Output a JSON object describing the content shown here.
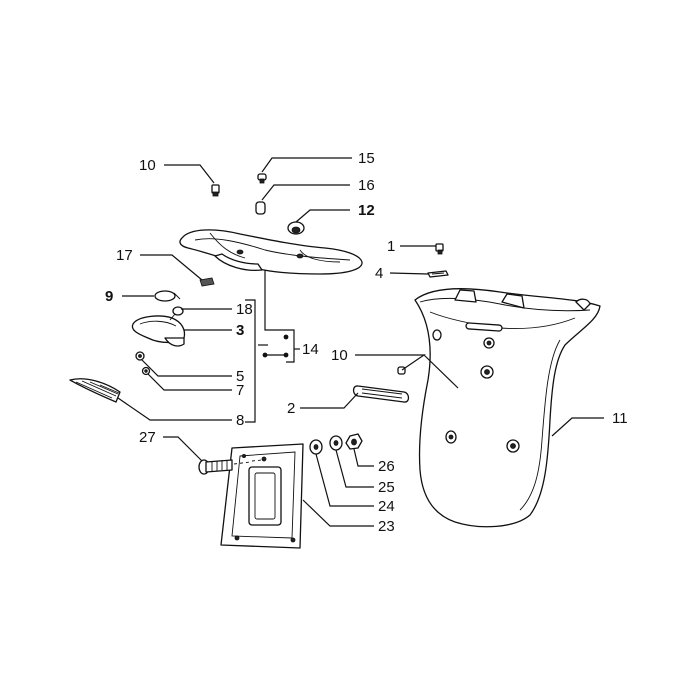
{
  "callouts": [
    {
      "id": "c10a",
      "text": "10",
      "bold": false
    },
    {
      "id": "c15",
      "text": "15",
      "bold": false
    },
    {
      "id": "c16",
      "text": "16",
      "bold": false
    },
    {
      "id": "c12",
      "text": "12",
      "bold": true
    },
    {
      "id": "c1",
      "text": "1",
      "bold": false
    },
    {
      "id": "c4",
      "text": "4",
      "bold": false
    },
    {
      "id": "c17",
      "text": "17",
      "bold": false
    },
    {
      "id": "c9",
      "text": "9",
      "bold": true
    },
    {
      "id": "c18",
      "text": "18",
      "bold": false
    },
    {
      "id": "c3",
      "text": "3",
      "bold": true
    },
    {
      "id": "c14",
      "text": "14",
      "bold": false
    },
    {
      "id": "c10b",
      "text": "10",
      "bold": false
    },
    {
      "id": "c5",
      "text": "5",
      "bold": false
    },
    {
      "id": "c7",
      "text": "7",
      "bold": false
    },
    {
      "id": "c8",
      "text": "8",
      "bold": false
    },
    {
      "id": "c2",
      "text": "2",
      "bold": false
    },
    {
      "id": "c11",
      "text": "11",
      "bold": false
    },
    {
      "id": "c27",
      "text": "27",
      "bold": false
    },
    {
      "id": "c26",
      "text": "26",
      "bold": false
    },
    {
      "id": "c25",
      "text": "25",
      "bold": false
    },
    {
      "id": "c24",
      "text": "24",
      "bold": false
    },
    {
      "id": "c23",
      "text": "23",
      "bold": false
    }
  ]
}
